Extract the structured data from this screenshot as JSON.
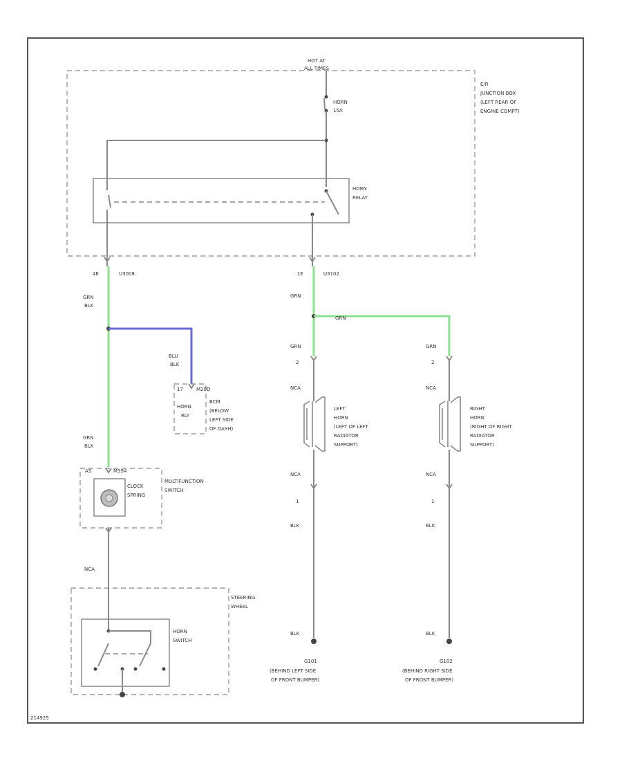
{
  "colors": {
    "wire_gray": "#8a8a8a",
    "wire_green": "#8ee08e",
    "wire_blue": "#6a6ad8",
    "frame": "#555555"
  },
  "power": {
    "hot_label": "HOT AT",
    "hot_label2": "ALL TIMES"
  },
  "fuse": {
    "name": "HORN",
    "rating": "15A"
  },
  "junction_box": {
    "code": "E/R",
    "line1": "JUNCTION BOX",
    "line2": "(LEFT REAR OF",
    "line3": "ENGINE COMPT)"
  },
  "horn_relay": {
    "line1": "HORN",
    "line2": "RELAY"
  },
  "connectors": {
    "left_relay_pin": "4E",
    "left_relay_conn": "U3008",
    "right_relay_pin": "1E",
    "right_relay_conn": "U3102",
    "multifunction_pin": "A5",
    "multifunction_conn": "M39A",
    "module_pin": "17",
    "module_conn": "M20D",
    "left_horn_pin_top": "2",
    "left_horn_pin_bot": "1",
    "right_horn_pin_top": "2",
    "right_horn_pin_bot": "1"
  },
  "wire_labels": {
    "grn_blk_1": "GRN",
    "grn_blk_1b": "BLK",
    "blu_blk_1": "BLU",
    "blu_blk_1b": "BLK",
    "grn_blk_2": "GRN",
    "grn_blk_2b": "BLK",
    "nca_1": "NCA",
    "grn_r1": "GRN",
    "grn_r2": "GRN",
    "grn_r3": "GRN",
    "grn_r4": "GRN",
    "nca_l1": "NCA",
    "nca_l2": "NCA",
    "blk_l1": "BLK",
    "blk_l2": "BLK",
    "nca_rr1": "NCA",
    "nca_rr2": "NCA",
    "blk_rr1": "BLK",
    "blk_rr2": "BLK"
  },
  "bcm": {
    "box1": "HORN",
    "box2": "RLY",
    "line1": "BCM",
    "line2": "(BELOW",
    "line3": "LEFT SIDE",
    "line4": "OF DASH)"
  },
  "multifunction": {
    "clock1": "CLOCK",
    "clock2": "SPRING",
    "label1": "MULTIFUNCTION",
    "label2": "SWITCH"
  },
  "steering": {
    "line1": "STEERING",
    "line2": "WHEEL",
    "switch1": "HORN",
    "switch2": "SWITCH"
  },
  "left_horn": {
    "line1": "LEFT",
    "line2": "HORN",
    "line3": "(LEFT OF LEFT",
    "line4": "RADIATOR",
    "line5": "SUPPORT)"
  },
  "right_horn": {
    "line1": "RIGHT",
    "line2": "HORN",
    "line3": "(RIGHT OF RIGHT",
    "line4": "RADIATOR",
    "line5": "SUPPORT)"
  },
  "grounds": {
    "left_code": "G101",
    "left_line1": "(BEHIND LEFT SIDE",
    "left_line2": "OF FRONT BUMPER)",
    "right_code": "G102",
    "right_line1": "(BEHIND RIGHT SIDE",
    "right_line2": "OF FRONT BUMPER)"
  },
  "footer_code": "214925"
}
